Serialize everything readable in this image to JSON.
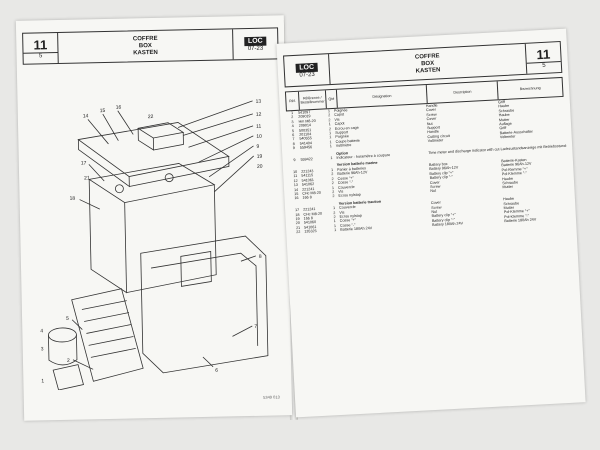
{
  "left_page": {
    "page_number": "11",
    "page_sub": "5",
    "title_lines": [
      "COFFRE",
      "BOX",
      "KASTEN"
    ],
    "logo": "LOC",
    "date": "07-23",
    "callouts": [
      "14",
      "15",
      "16",
      "17",
      "18",
      "13",
      "12",
      "11",
      "10",
      "9",
      "19",
      "20",
      "8",
      "7",
      "6",
      "5",
      "4",
      "3",
      "2",
      "1",
      "21",
      "22"
    ],
    "footnote": "5349 013"
  },
  "right_page": {
    "logo": "LOC",
    "date": "07-23",
    "title_lines": [
      "COFFRE",
      "BOX",
      "KASTEN"
    ],
    "page_number": "11",
    "page_sub": "5",
    "columns": [
      "Réf.",
      "Référence / Bestellnummer",
      "Qté",
      "Désignation",
      "Description",
      "Bezeichnung"
    ],
    "rows_a": [
      [
        "1",
        "541097",
        "1",
        "Poignée",
        "Handle",
        "Griff"
      ],
      [
        "2",
        "209019",
        "2",
        "Capot",
        "Cover",
        "Haube"
      ],
      [
        "3",
        "Hm M8-20",
        "2",
        "Vis",
        "Screw",
        "Schraube"
      ],
      [
        "4",
        "209014",
        "1",
        "Capot",
        "Cover",
        "Haube"
      ],
      [
        "5",
        "500351",
        "2",
        "Ecrou en cage",
        "Nut",
        "Mutter"
      ],
      [
        "6",
        "201104",
        "1",
        "Support",
        "Support",
        "Auflage"
      ],
      [
        "7",
        "540555",
        "1",
        "Poignée",
        "Handle",
        "Griff"
      ],
      [
        "8",
        "541404",
        "1",
        "Coupe batterie",
        "Cutting circuit",
        "Batterie-Ausschalter"
      ],
      [
        "9",
        "559456",
        "1",
        "Voltmètre",
        "Voltmeter",
        "Voltmeter"
      ]
    ],
    "option_title": "Option",
    "rows_option": [
      [
        "9",
        "559422",
        "1",
        "Indicateur - horamètre à coupure",
        "Time meter and discharge indicator with cut-off",
        "Ladezustandsanzeige mit Betriebsstundenzähler"
      ]
    ],
    "section_marine": "Version batterie marine",
    "rows_marine": [
      [
        "10",
        "221243",
        "1",
        "Panier à batteries",
        "Battery box",
        "Batterie-Kasten"
      ],
      [
        "11",
        "541115",
        "2",
        "Batterie 96Ah-12V",
        "Battery 96Ah-12V",
        "Batterie 96Ah-12V"
      ],
      [
        "12",
        "541061",
        "2",
        "Cosse \"+\"",
        "Battery clip \"+\"",
        "Pol-Klemme \"+\""
      ],
      [
        "13",
        "541062",
        "2",
        "Cosse \"-\"",
        "Battery clip \"-\"",
        "Pol-Klemme \"-\""
      ],
      [
        "14",
        "221241",
        "1",
        "Couvercle",
        "Cover",
        "Haube"
      ],
      [
        "15",
        "CHc M8-20",
        "2",
        "Vis",
        "Screw",
        "Schraube"
      ],
      [
        "16",
        "166 8",
        "2",
        "Ecrou nylstop",
        "Nut",
        "Mutter"
      ]
    ],
    "section_traction": "Version batterie traction",
    "rows_traction": [
      [
        "17",
        "221241",
        "1",
        "Couvercle",
        "Cover",
        "Haube"
      ],
      [
        "18",
        "CHc M8-20",
        "2",
        "Vis",
        "Screw",
        "Schraube"
      ],
      [
        "19",
        "166 8",
        "2",
        "Ecrou nylstop",
        "Nut",
        "Mutter"
      ],
      [
        "20",
        "541060",
        "1",
        "Cosse \"+\"",
        "Battery clip \"+\"",
        "Pol-Klemme \"+\""
      ],
      [
        "21",
        "541061",
        "1",
        "Cosse \"-\"",
        "Battery clip \"-\"",
        "Pol-Klemme \"-\""
      ],
      [
        "22",
        "135325",
        "1",
        "Batterie 180Ah 24V",
        "Battery 180Ah 24V",
        "Batterie 180Ah 24V"
      ]
    ]
  }
}
